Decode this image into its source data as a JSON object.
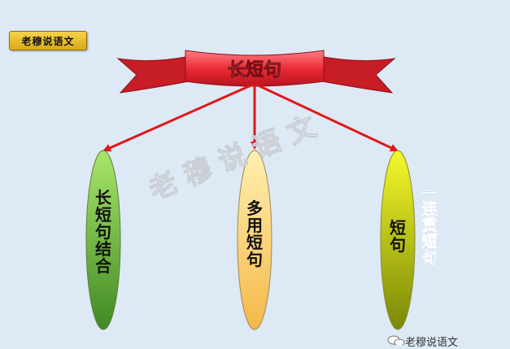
{
  "badge": {
    "label": "老穆说语文"
  },
  "title": {
    "text": "长短句"
  },
  "watermark": {
    "text": "老 穆 说 语 文"
  },
  "branches": [
    {
      "text": "长短句结合",
      "color_top": "#a9e56a",
      "color_bottom": "#3f8a24"
    },
    {
      "text": "多用短句",
      "color_top": "#fff0b0",
      "color_bottom": "#f4b848"
    },
    {
      "text": "短句",
      "color_top": "#f6f82a",
      "color_bottom": "#7a8806"
    }
  ],
  "side_note": {
    "text": "一连贯短句"
  },
  "footer": {
    "text": "老穆说语文"
  },
  "colors": {
    "arrow": "#e01818",
    "ribbon": "#e8303a",
    "side_note": "#1730c8"
  }
}
